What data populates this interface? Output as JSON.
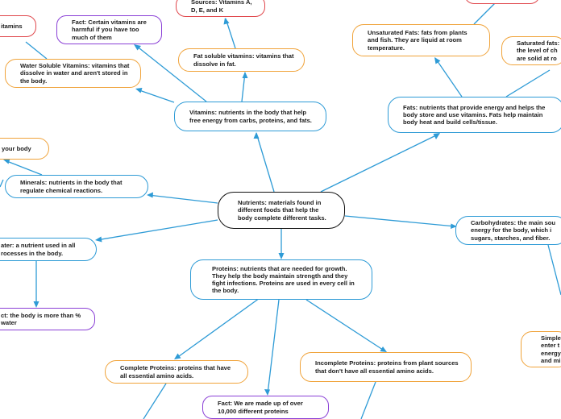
{
  "nodes": {
    "nutrients": "Nutrients: materials found in different foods that help the body complete different tasks.",
    "vitamins": "Vitamins: nutrients in the body that help free energy from carbs, proteins, and fats.",
    "fat_soluble": "Fat soluble vitamins: vitamins that dissolve in fat.",
    "sources_vitamins": "Sources: Vitamins A, D, E, and K",
    "fact_vitamins": "Fact: Certain vitamins are harmful if you have too much of them",
    "water_soluble": "Water Soluble Vitamins: vitamins that dissolve in water and aren't stored in the body.",
    "vitamins_partial": "itamins",
    "fats": "Fats: nutrients that provide energy and helps the body store and use vitamins. Fats help maintain body heat and build cells/tissue.",
    "unsaturated": "Unsaturated Fats: fats from plants and fish. They are liquid at room temperature.",
    "saturated": "Saturated fats: the level of ch are solid at ro",
    "minerals": "Minerals: nutrients in the body that regulate chemical reactions.",
    "your_body": "your body",
    "water": "ater: a nutrient used in all rocesses in the body.",
    "fact_water": "ct: the body is more than % water",
    "carbohydrates": "Carbohydrates: the main sou energy for the body, which i sugars, starches, and fiber.",
    "simple": "Simple enter t energy and mi",
    "proteins": "Proteins: nutrients that are needed for growth. They help the body maintain strength and they fight infections. Proteins are used in every cell in the body.",
    "complete_proteins": "Complete Proteins: proteins that have all essential amino acids.",
    "fact_proteins": "Fact: We are made up of over 10,000 different proteins",
    "incomplete_proteins": "Incomplete Proteins: proteins from plant sources that don't have all essential amino acids."
  },
  "colors": {
    "link": "#2e9bd6",
    "blue_border": "#2e9bd6",
    "orange_border": "#f0a33a",
    "red_border": "#e0474c",
    "purple_border": "#8a3fd6",
    "central_border": "#111111"
  }
}
